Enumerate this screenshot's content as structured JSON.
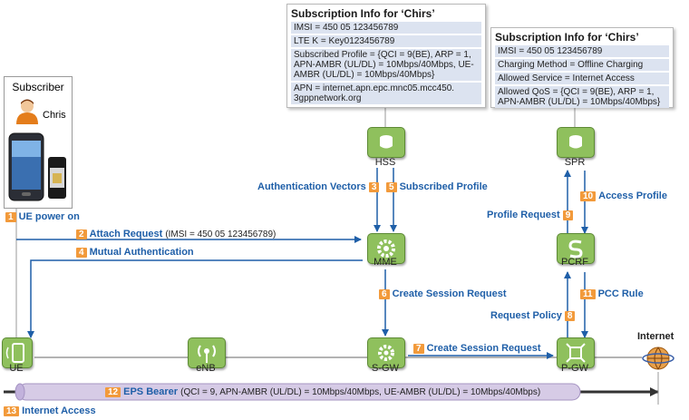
{
  "hss_info": {
    "title": "Subscription Info for ‘Chirs’",
    "rows": [
      "IMSI = 450 05 123456789",
      "LTE K = Key0123456789",
      "Subscribed Profile = {QCI = 9(BE), ARP = 1, APN-AMBR (UL/DL) = 10Mbps/40Mbps, UE-AMBR (UL/DL) = 10Mbps/40Mbps}",
      "APN = internet.apn.epc.mnc05.mcc450. 3gppnetwork.org"
    ]
  },
  "spr_info": {
    "title": "Subscription Info for ‘Chirs’",
    "rows": [
      "IMSI = 450 05 123456789",
      "Charging Method = Offline Charging",
      "Allowed Service = Internet Access",
      "Allowed QoS = {QCI = 9(BE), ARP = 1, APN-AMBR (UL/DL) = 10Mbps/40Mbps}"
    ]
  },
  "subscriber": {
    "title": "Subscriber",
    "name": "Chris"
  },
  "nodes": {
    "hss": "HSS",
    "spr": "SPR",
    "mme": "MME",
    "pcrf": "PCRF",
    "ue": "UE",
    "enb": "eNB",
    "sgw": "S-GW",
    "pgw": "P-GW",
    "internet": "Internet"
  },
  "steps": [
    {
      "n": "1",
      "label": "UE power on"
    },
    {
      "n": "2",
      "label": "Attach Request",
      "detail": "(IMSI = 450 05 123456789)"
    },
    {
      "n": "3",
      "label": "Authentication Vectors"
    },
    {
      "n": "4",
      "label": "Mutual Authentication"
    },
    {
      "n": "5",
      "label": "Subscribed Profile"
    },
    {
      "n": "6",
      "label": "Create Session Request"
    },
    {
      "n": "7",
      "label": "Create Session Request"
    },
    {
      "n": "8",
      "label": "Request Policy"
    },
    {
      "n": "9",
      "label": "Profile Request"
    },
    {
      "n": "10",
      "label": "Access Profile"
    },
    {
      "n": "11",
      "label": "PCC Rule"
    },
    {
      "n": "12",
      "label": "EPS Bearer",
      "detail": "(QCI = 9, APN-AMBR (UL/DL) = 10Mbps/40Mbps, UE-AMBR (UL/DL) = 10Mbps/40Mbps)"
    },
    {
      "n": "13",
      "label": "Internet Access"
    }
  ],
  "colors": {
    "arrow": "#1f5fa8",
    "node": "#8fc05d",
    "badge": "#f29a3b",
    "bearer": "#d6cbe6"
  }
}
